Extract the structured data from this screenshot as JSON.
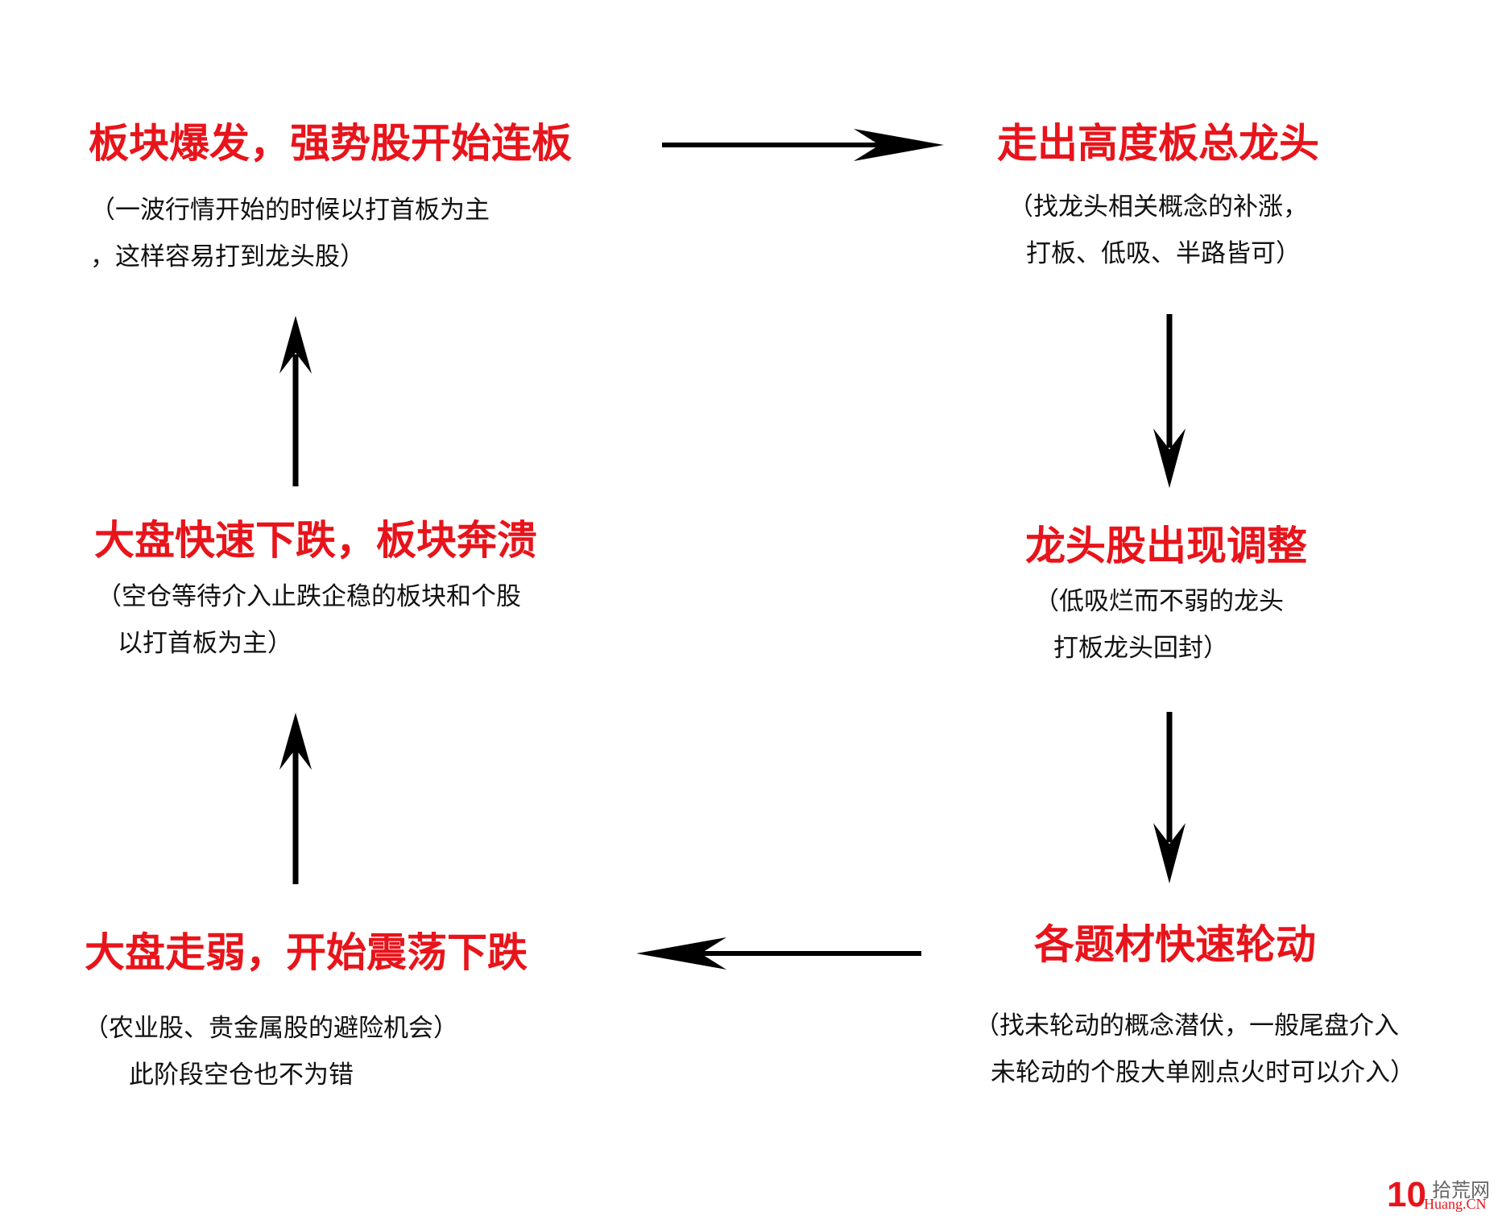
{
  "stages": [
    {
      "title": "板块爆发，强势股开始连板",
      "note_lines": [
        "（一波行情开始的时候以打首板为主",
        "，这样容易打到龙头股）"
      ]
    },
    {
      "title": "走出高度板总龙头",
      "note_lines": [
        "（找龙头相关概念的补涨，",
        "打板、低吸、半路皆可）"
      ]
    },
    {
      "title": "龙头股出现调整",
      "note_lines": [
        "（低吸烂而不弱的龙头",
        "打板龙头回封）"
      ]
    },
    {
      "title": "各题材快速轮动",
      "note_lines": [
        "（找未轮动的概念潜伏，一般尾盘介入",
        "未轮动的个股大单刚点火时可以介入）"
      ]
    },
    {
      "title": "大盘走弱，开始震荡下跌",
      "note_lines": [
        "（农业股、贵金属股的避险机会）",
        "此阶段空仓也不为错"
      ]
    },
    {
      "title": "大盘快速下跌，板块奔溃",
      "note_lines": [
        "（空仓等待介入止跌企稳的板块和个股",
        "以打首板为主）"
      ]
    }
  ],
  "watermark": {
    "mark": "10",
    "name": "拾荒网",
    "domain": "Huang.CN"
  },
  "colors": {
    "title": "#e8141b",
    "text": "#111111",
    "arrow": "#000000"
  }
}
